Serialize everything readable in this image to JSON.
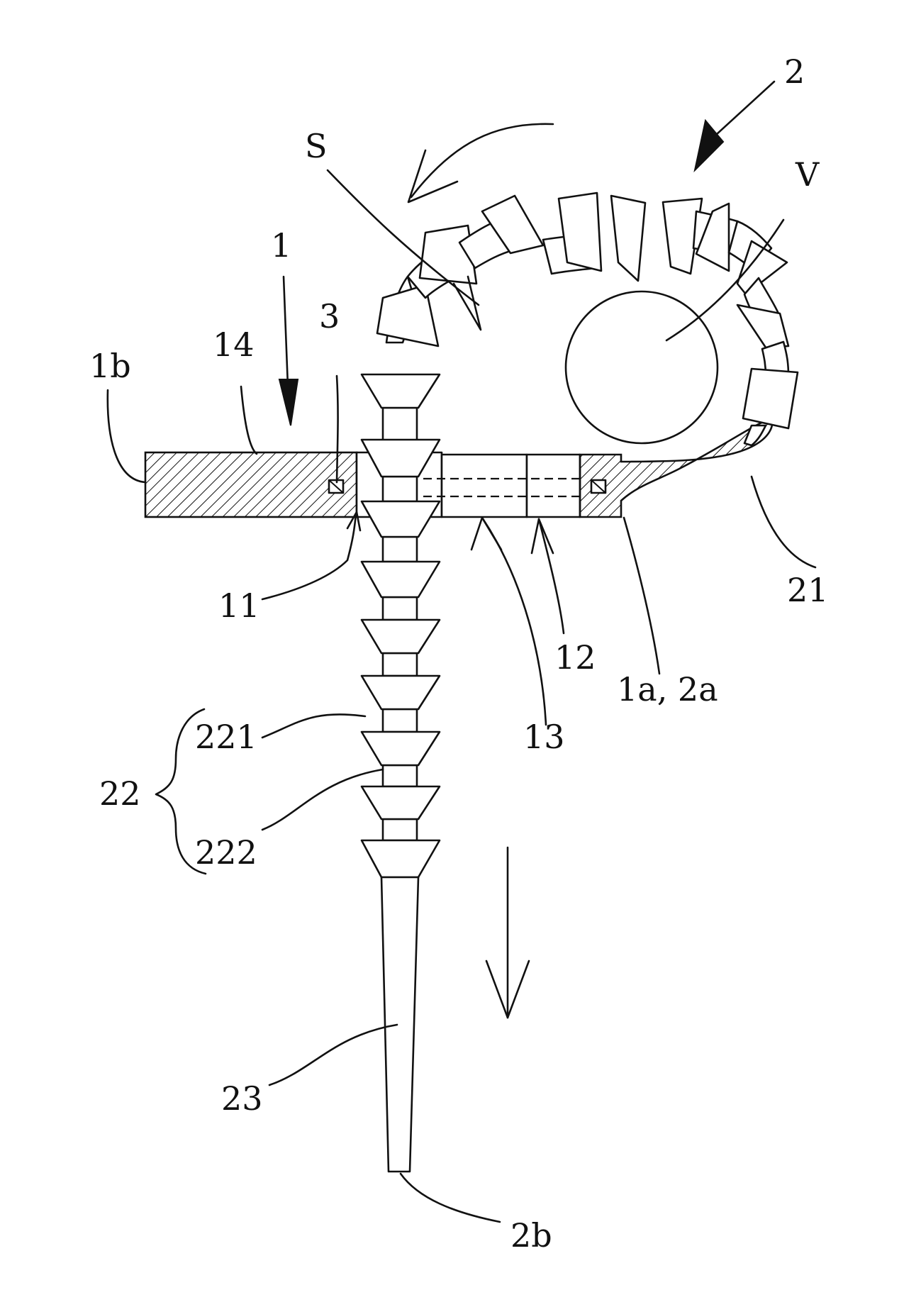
{
  "figure": {
    "labels": {
      "l_2": "2",
      "l_S": "S",
      "l_V": "V",
      "l_1": "1",
      "l_3": "3",
      "l_14": "14",
      "l_1b": "1b",
      "l_11": "11",
      "l_13": "13",
      "l_12": "12",
      "l_1a2a": "1a, 2a",
      "l_21": "21",
      "l_221": "221",
      "l_22": "22",
      "l_222": "222",
      "l_23": "23",
      "l_2b": "2b"
    }
  }
}
